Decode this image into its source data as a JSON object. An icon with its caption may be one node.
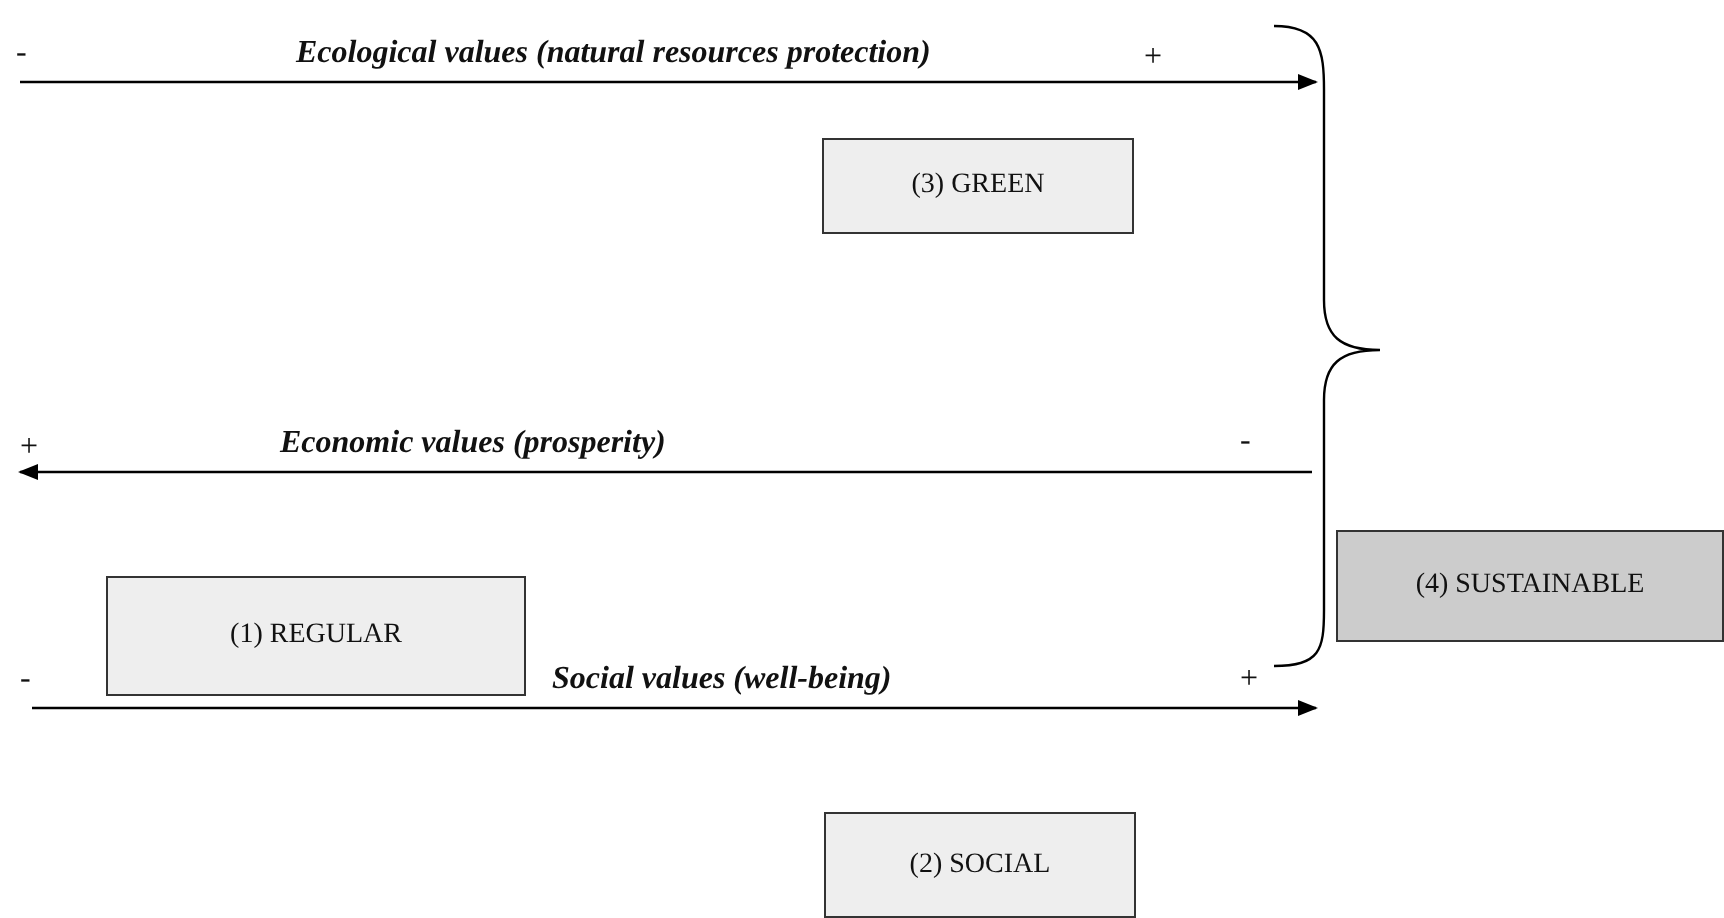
{
  "diagram": {
    "nodes": [
      {
        "text": [
          "(3) GREEN"
        ]
      },
      {
        "text": [
          "(4) SUSTAINABLE"
        ]
      },
      {
        "text": [
          "(1) REGULAR"
        ]
      },
      {
        "text": [
          "(2) SOCIAL"
        ]
      }
    ],
    "labels": [
      "-",
      "Ecological values (natural resources protection)",
      "+",
      "+",
      "Economic values (prosperity)",
      "-",
      "-",
      "Social values (well-being)",
      "+"
    ]
  }
}
